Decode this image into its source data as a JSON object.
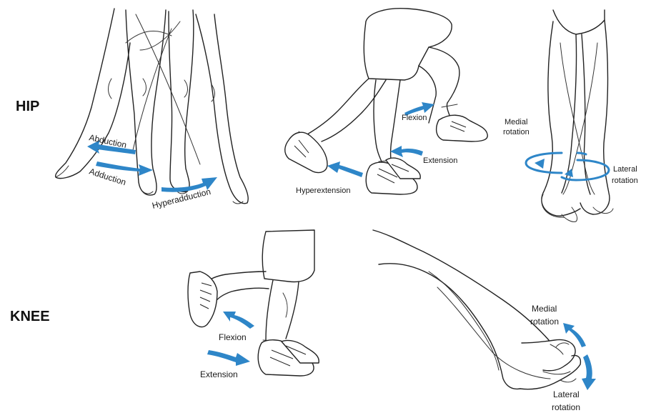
{
  "rows": {
    "hip": "HIP",
    "knee": "KNEE"
  },
  "hip_panels": {
    "abduction": {
      "abduction": "Abduction",
      "adduction": "Adduction",
      "hyperadduction": "Hyperadduction"
    },
    "flexion": {
      "flexion": "Flexion",
      "extension": "Extension",
      "hyperextension": "Hyperextension"
    },
    "rotation": {
      "medial_line1": "Medial",
      "medial_line2": "rotation",
      "lateral_line1": "Lateral",
      "lateral_line2": "rotation"
    }
  },
  "knee_panels": {
    "flexion": {
      "flexion": "Flexion",
      "extension": "Extension"
    },
    "rotation": {
      "medial_line1": "Medial",
      "medial_line2": "rotation",
      "lateral_line1": "Lateral",
      "lateral_line2": "rotation"
    }
  },
  "colors": {
    "arrow": "#2e86c8",
    "line": "#222222",
    "label": "#111111"
  }
}
